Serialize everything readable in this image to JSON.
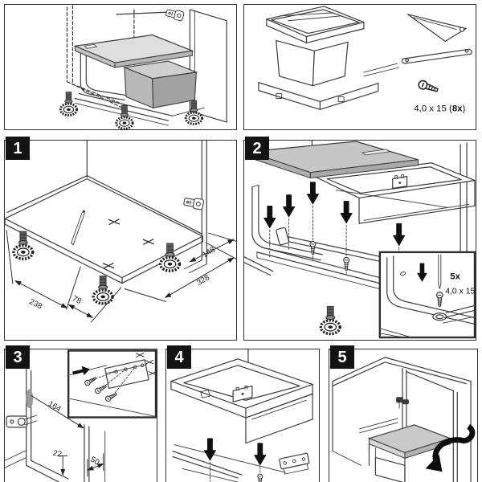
{
  "page": {
    "background": "#ffffff",
    "line_color": "#3a3a3a",
    "badge_bg": "#131313",
    "badge_fg": "#ffffff",
    "gray_fill": "#c7c7c7"
  },
  "panels": {
    "overview": {},
    "parts": {
      "screw_label": {
        "prefix": "4,0 x 15 (",
        "bold": "8x",
        "suffix": ")"
      }
    },
    "step1": {
      "badge": "1",
      "dim_238": "238",
      "dim_78": "78",
      "dim_328": "328",
      "dim_148": "148"
    },
    "step2": {
      "badge": "2",
      "inset_count": "5x",
      "inset_size": "4,0 x 15"
    },
    "step3": {
      "badge": "3",
      "dim_164": "164",
      "dim_22": "22",
      "dim_50": "50"
    },
    "step4": {
      "badge": "4"
    },
    "step5": {
      "badge": "5"
    }
  },
  "icons": {
    "down_arrow": "solid black assembly arrow",
    "rotate_arrow": "curved door-swing arrow",
    "x_mark": "drill position cross mark",
    "screw": "pan-head screw",
    "foot": "adjustable toothed cabinet foot",
    "hinge": "cup hinge",
    "awl": "marking awl",
    "lever_tool": "assembly lever tool",
    "rail": "connecting rail"
  }
}
